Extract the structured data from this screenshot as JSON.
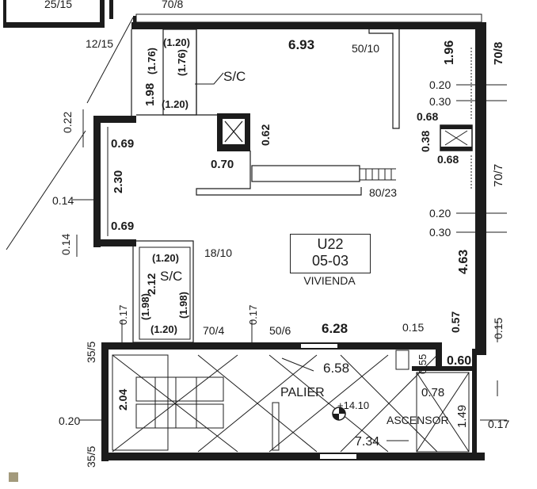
{
  "unit_label": {
    "code": "U22",
    "number": "05-03",
    "type": "VIVIENDA"
  },
  "rooms": {
    "palier": "PALIER",
    "ascensor": "ASCENSOR",
    "shaft_1": "S/C",
    "shaft_2": "S/C"
  },
  "dims": {
    "d_25_15": "25/15",
    "d_70_8_top": "70/8",
    "d_12_15": "12/15",
    "d_1_20_a": "(1.20)",
    "d_1_76_a": "(1.76)",
    "d_1_76_b": "(1.76)",
    "d_1_98": "1.98",
    "d_1_20_b": "(1.20)",
    "d_6_93": "6.93",
    "d_50_10": "50/10",
    "d_1_96": "1.96",
    "d_70_8_right": "70/8",
    "d_0_20_a": "0.20",
    "d_0_30_a": "0.30",
    "d_0_68_a": "0.68",
    "d_0_38": "0.38",
    "d_0_68_b": "0.68",
    "d_70_7": "70/7",
    "d_0_22": "0.22",
    "d_0_69_a": "0.69",
    "d_0_62": "0.62",
    "d_0_70": "0.70",
    "d_2_30": "2.30",
    "d_80_23": "80/23",
    "d_0_14_a": "0.14",
    "d_0_69_b": "0.69",
    "d_0_14_b": "0.14",
    "d_0_20_b": "0.20",
    "d_0_30_b": "0.30",
    "d_4_63": "4.63",
    "d_1_20_c": "(1.20)",
    "d_18_10": "18/10",
    "d_2_12": "2.12",
    "d_1_98_a": "(1.98)",
    "d_1_98_b": "(1.98)",
    "d_1_20_d": "(1.20)",
    "d_0_17_a": "0.17",
    "d_0_17_b": "0.17",
    "d_70_4": "70/4",
    "d_50_6": "50/6",
    "d_6_28": "6.28",
    "d_0_15_a": "0.15",
    "d_0_57": "0.57",
    "d_0_15_b": "0.15",
    "d_35_5_a": "35/5",
    "d_6_58": "6.58",
    "d_0_55": "0.55",
    "d_0_60": "0.60",
    "d_14_10": "+14.10",
    "d_0_78": "0.78",
    "d_2_04": "2.04",
    "d_0_20_c": "0.20",
    "d_1_49": "1.49",
    "d_0_17_c": "0.17",
    "d_7_34": "7.34",
    "d_35_5_b": "35/5"
  },
  "colors": {
    "ink": "#1c1c1c",
    "legend_swatch": "#a39a7c"
  }
}
